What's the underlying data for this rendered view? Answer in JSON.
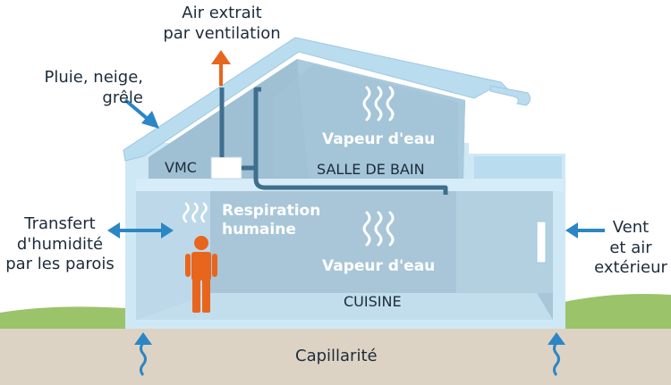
{
  "title": "Sources d'humidité dans une maison",
  "labels": {
    "air_extrait": [
      "Air extrait",
      "par ventilation"
    ],
    "pluie": [
      "Pluie, neige,",
      "grêle"
    ],
    "vmc": "VMC",
    "vapeur_sdb": "Vapeur d'eau",
    "salle_de_bain": "SALLE DE BAIN",
    "respiration": [
      "Respiration",
      "humaine"
    ],
    "vapeur_cuisine": "Vapeur d'eau",
    "cuisine": "CUISINE",
    "transfert": [
      "Transfert",
      "d'humidité",
      "par les parois"
    ],
    "vent": [
      "Vent",
      "et air",
      "extérieur"
    ],
    "capillarite": "Capillarité"
  },
  "colors": {
    "roof": "#b9dcef",
    "wall_outer": "#cfe8f6",
    "attic_inner": "#9fbfd3",
    "room_inner": "#a8c6d8",
    "wall_slab": "#d6ecf8",
    "duct": "#3f6f8c",
    "arrow_blue": "#2b86c5",
    "arrow_orange": "#e8651e",
    "person": "#e8651e",
    "grass": "#9bc36a",
    "soil": "#ddd3c4",
    "steam": "#ffffff"
  }
}
